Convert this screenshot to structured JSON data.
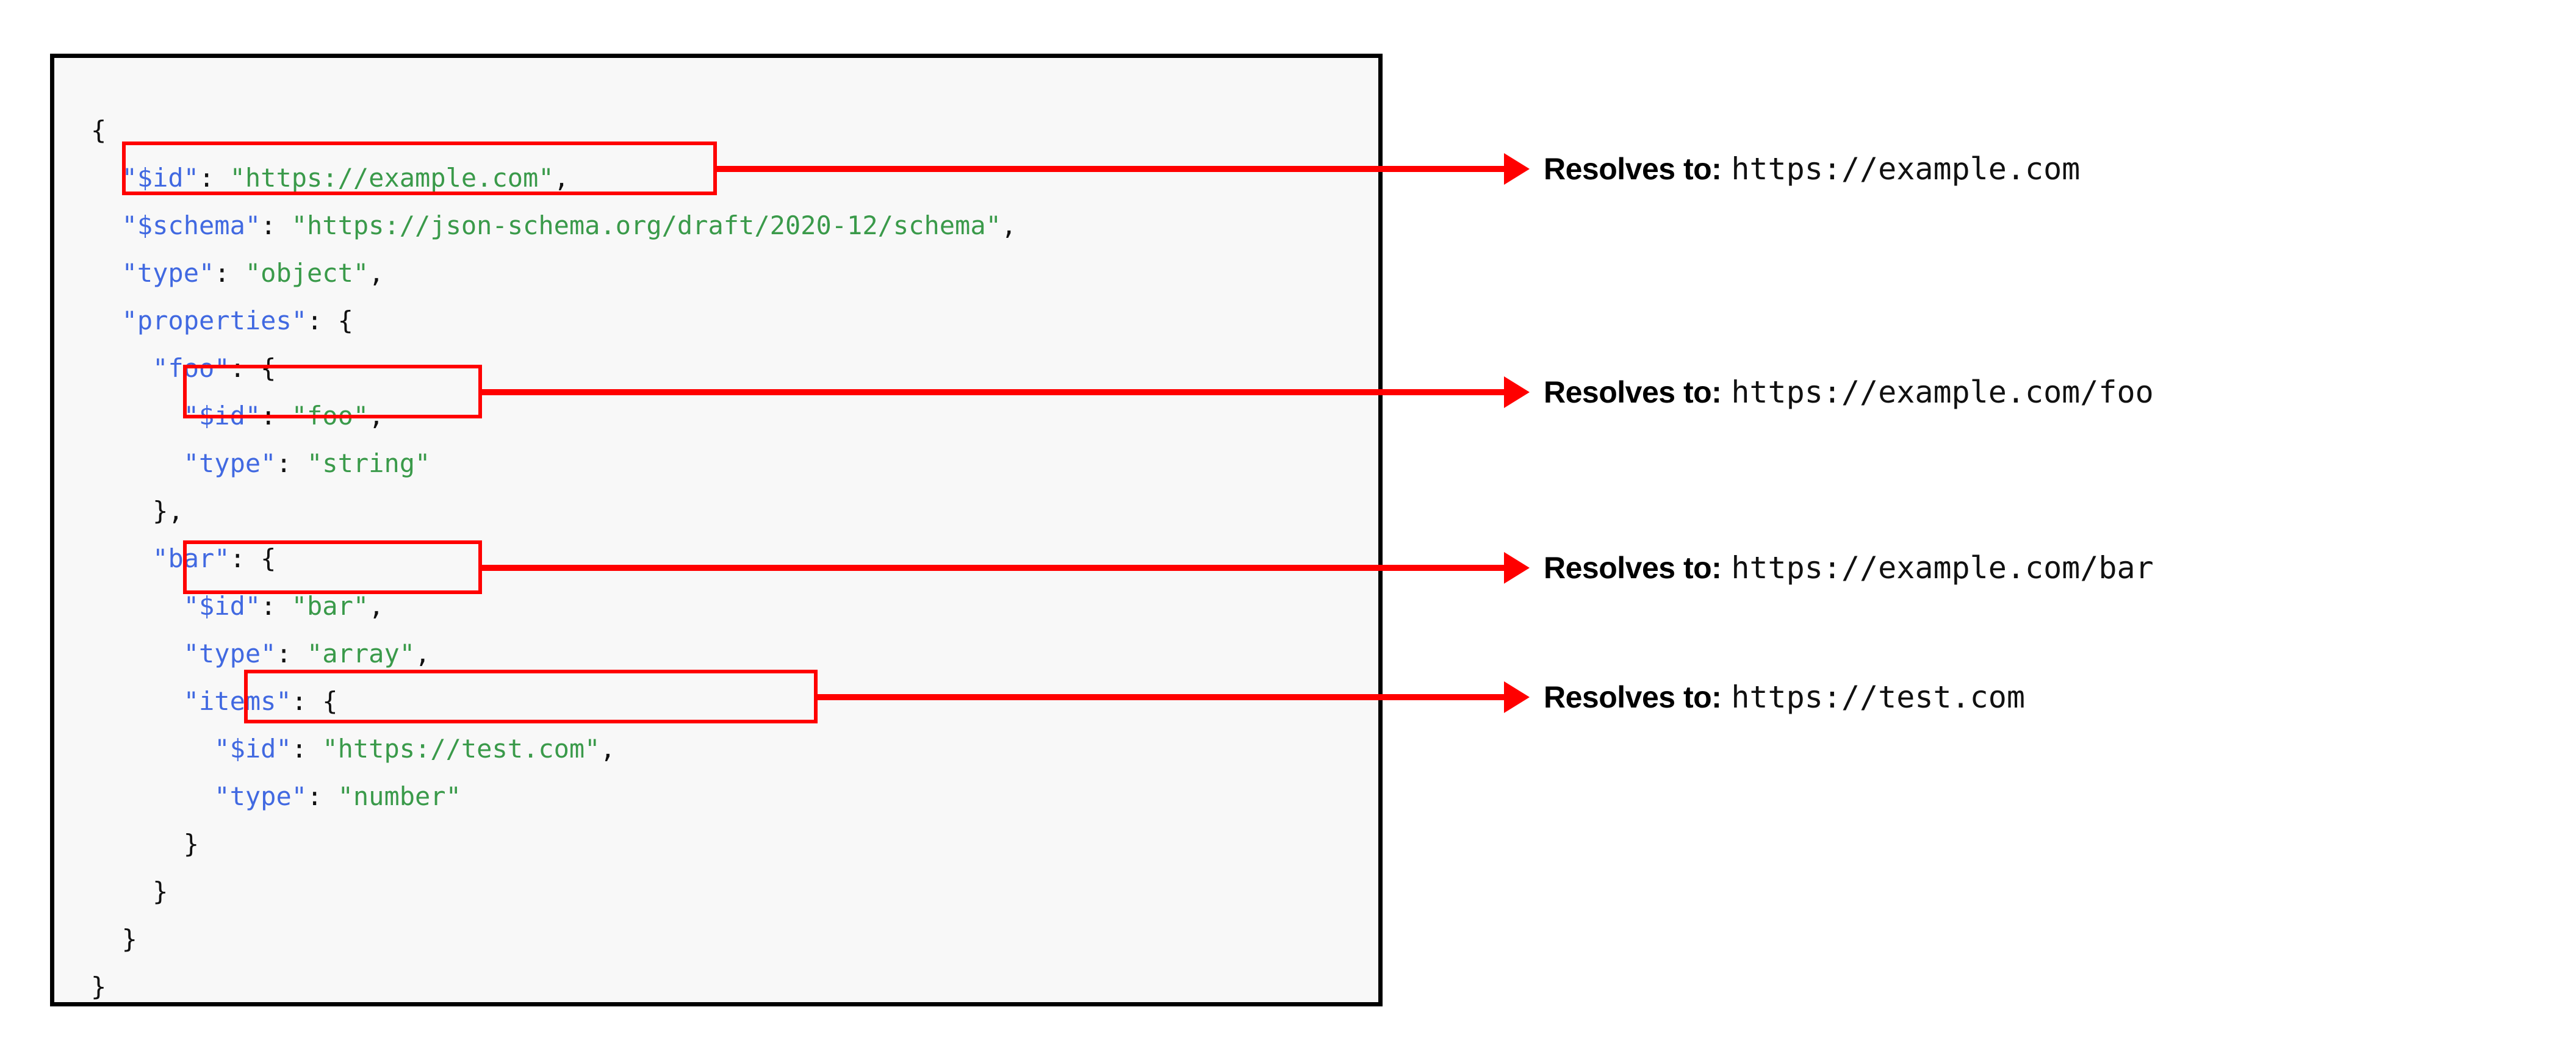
{
  "code_panel": {
    "lines": [
      {
        "indent": 0,
        "tokens": [
          {
            "t": "p",
            "v": "{"
          }
        ]
      },
      {
        "indent": 1,
        "tokens": [
          {
            "t": "k",
            "v": "\"$id\""
          },
          {
            "t": "p",
            "v": ": "
          },
          {
            "t": "s",
            "v": "\"https://example.com\""
          },
          {
            "t": "p",
            "v": ","
          }
        ]
      },
      {
        "indent": 1,
        "tokens": [
          {
            "t": "k",
            "v": "\"$schema\""
          },
          {
            "t": "p",
            "v": ": "
          },
          {
            "t": "s",
            "v": "\"https://json-schema.org/draft/2020-12/schema\""
          },
          {
            "t": "p",
            "v": ","
          }
        ]
      },
      {
        "indent": 1,
        "tokens": [
          {
            "t": "k",
            "v": "\"type\""
          },
          {
            "t": "p",
            "v": ": "
          },
          {
            "t": "s",
            "v": "\"object\""
          },
          {
            "t": "p",
            "v": ","
          }
        ]
      },
      {
        "indent": 1,
        "tokens": [
          {
            "t": "k",
            "v": "\"properties\""
          },
          {
            "t": "p",
            "v": ": {"
          }
        ]
      },
      {
        "indent": 2,
        "tokens": [
          {
            "t": "k",
            "v": "\"foo\""
          },
          {
            "t": "p",
            "v": ": {"
          }
        ]
      },
      {
        "indent": 3,
        "tokens": [
          {
            "t": "k",
            "v": "\"$id\""
          },
          {
            "t": "p",
            "v": ": "
          },
          {
            "t": "s",
            "v": "\"foo\""
          },
          {
            "t": "p",
            "v": ","
          }
        ]
      },
      {
        "indent": 3,
        "tokens": [
          {
            "t": "k",
            "v": "\"type\""
          },
          {
            "t": "p",
            "v": ": "
          },
          {
            "t": "s",
            "v": "\"string\""
          }
        ]
      },
      {
        "indent": 2,
        "tokens": [
          {
            "t": "p",
            "v": "},"
          }
        ]
      },
      {
        "indent": 2,
        "tokens": [
          {
            "t": "k",
            "v": "\"bar\""
          },
          {
            "t": "p",
            "v": ": {"
          }
        ]
      },
      {
        "indent": 3,
        "tokens": [
          {
            "t": "k",
            "v": "\"$id\""
          },
          {
            "t": "p",
            "v": ": "
          },
          {
            "t": "s",
            "v": "\"bar\""
          },
          {
            "t": "p",
            "v": ","
          }
        ]
      },
      {
        "indent": 3,
        "tokens": [
          {
            "t": "k",
            "v": "\"type\""
          },
          {
            "t": "p",
            "v": ": "
          },
          {
            "t": "s",
            "v": "\"array\""
          },
          {
            "t": "p",
            "v": ","
          }
        ]
      },
      {
        "indent": 3,
        "tokens": [
          {
            "t": "k",
            "v": "\"items\""
          },
          {
            "t": "p",
            "v": ": {"
          }
        ]
      },
      {
        "indent": 4,
        "tokens": [
          {
            "t": "k",
            "v": "\"$id\""
          },
          {
            "t": "p",
            "v": ": "
          },
          {
            "t": "s",
            "v": "\"https://test.com\""
          },
          {
            "t": "p",
            "v": ","
          }
        ]
      },
      {
        "indent": 4,
        "tokens": [
          {
            "t": "k",
            "v": "\"type\""
          },
          {
            "t": "p",
            "v": ": "
          },
          {
            "t": "s",
            "v": "\"number\""
          }
        ]
      },
      {
        "indent": 3,
        "tokens": [
          {
            "t": "p",
            "v": "}"
          }
        ]
      },
      {
        "indent": 2,
        "tokens": [
          {
            "t": "p",
            "v": "}"
          }
        ]
      },
      {
        "indent": 1,
        "tokens": [
          {
            "t": "p",
            "v": "}"
          }
        ]
      },
      {
        "indent": 0,
        "tokens": [
          {
            "t": "p",
            "v": "}"
          }
        ]
      }
    ],
    "plain_text": "{\n  \"$id\": \"https://example.com\",\n  \"$schema\": \"https://json-schema.org/draft/2020-12/schema\",\n  \"type\": \"object\",\n  \"properties\": {\n    \"foo\": {\n      \"$id\": \"foo\",\n      \"type\": \"string\"\n    },\n    \"bar\": {\n      \"$id\": \"bar\",\n      \"type\": \"array\",\n      \"items\": {\n        \"$id\": \"https://test.com\",\n        \"type\": \"number\"\n      }\n    }\n  }\n}"
  },
  "highlights": [
    {
      "name": "root-id",
      "value": "\"$id\": \"https://example.com\","
    },
    {
      "name": "foo-id",
      "value": "\"$id\": \"foo\","
    },
    {
      "name": "bar-id",
      "value": "\"$id\": \"bar\","
    },
    {
      "name": "items-id",
      "value": "\"$id\": \"https://test.com\","
    }
  ],
  "annotations": [
    {
      "label": "Resolves to:",
      "url": "https://example.com"
    },
    {
      "label": "Resolves to:",
      "url": "https://example.com/foo"
    },
    {
      "label": "Resolves to:",
      "url": "https://example.com/bar"
    },
    {
      "label": "Resolves to:",
      "url": "https://test.com"
    }
  ],
  "colors": {
    "key": "#4169e1",
    "string": "#3a9a4a",
    "punctuation": "#111111",
    "highlight": "#ff0000",
    "arrow": "#ff0000",
    "panel_border": "#000000",
    "panel_background": "#f8f8f8",
    "page_background": "#ffffff"
  }
}
